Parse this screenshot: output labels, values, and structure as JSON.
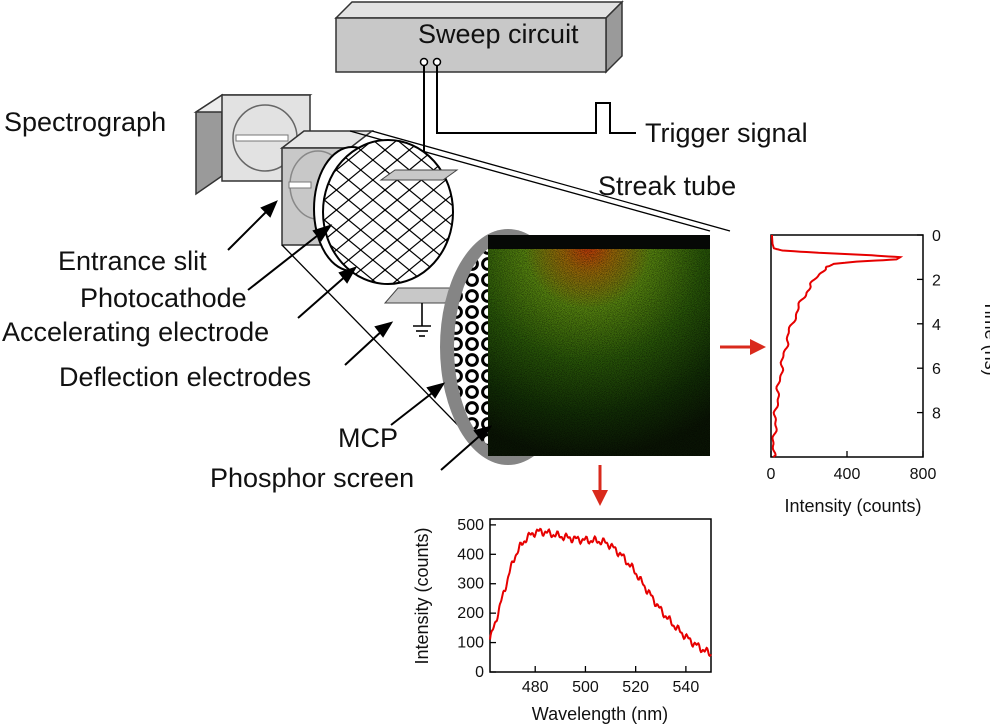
{
  "labels": {
    "sweep_circuit": "Sweep circuit",
    "trigger_signal": "Trigger signal",
    "spectrograph": "Spectrograph",
    "streak_tube": "Streak tube",
    "entrance_slit": "Entrance slit",
    "photocathode": "Photocathode",
    "accelerating_electrode": "Accelerating electrode",
    "deflection_electrodes": "Deflection electrodes",
    "mcp": "MCP",
    "phosphor_screen": "Phosphor screen"
  },
  "colors": {
    "device_gray": "#c8c8c8",
    "device_light": "#e2e2e2",
    "trace_red": "#e60000",
    "arrow_red": "#d92a1c",
    "screen_dark": "#0a0d05"
  },
  "chart_data": [
    {
      "type": "line",
      "xlabel": "Wavelength (nm)",
      "ylabel": "Intensity (counts)",
      "xlim": [
        462,
        550
      ],
      "ylim": [
        0,
        520
      ],
      "xticks": [
        480,
        500,
        520,
        540
      ],
      "yticks": [
        0,
        100,
        200,
        300,
        400,
        500
      ],
      "grid": false,
      "series": [
        {
          "x": [
            462,
            464,
            466,
            468,
            470,
            472,
            474,
            476,
            478,
            480,
            482,
            484,
            486,
            488,
            490,
            492,
            494,
            496,
            498,
            500,
            502,
            504,
            506,
            508,
            510,
            512,
            514,
            516,
            518,
            520,
            522,
            524,
            526,
            528,
            530,
            532,
            534,
            536,
            538,
            540,
            542,
            544,
            546,
            548,
            550
          ],
          "values": [
            110,
            165,
            225,
            285,
            345,
            395,
            425,
            450,
            465,
            475,
            478,
            475,
            470,
            466,
            462,
            458,
            455,
            452,
            450,
            448,
            447,
            446,
            444,
            440,
            430,
            415,
            400,
            380,
            360,
            338,
            310,
            285,
            260,
            235,
            210,
            190,
            170,
            152,
            135,
            120,
            105,
            92,
            80,
            70,
            60
          ]
        }
      ]
    },
    {
      "type": "line",
      "xlabel": "Intensity (counts)",
      "ylabel": "Time (ns)",
      "xlim": [
        0,
        800
      ],
      "ylim": [
        0,
        10
      ],
      "y_inverted": true,
      "xticks": [
        0,
        400,
        800
      ],
      "yticks": [
        0,
        2,
        4,
        6,
        8
      ],
      "grid": false,
      "series": [
        {
          "y": [
            0.0,
            0.4,
            0.6,
            0.7,
            0.8,
            0.9,
            1.0,
            1.1,
            1.2,
            1.3,
            1.5,
            1.8,
            2.2,
            2.6,
            3.0,
            3.5,
            4.0,
            4.5,
            5.0,
            5.5,
            6.0,
            6.5,
            7.0,
            7.5,
            8.0,
            8.5,
            9.0,
            9.5,
            10.0
          ],
          "values": [
            5,
            8,
            15,
            60,
            250,
            500,
            680,
            660,
            450,
            330,
            285,
            250,
            215,
            185,
            160,
            135,
            110,
            92,
            78,
            66,
            55,
            46,
            38,
            32,
            26,
            22,
            18,
            14,
            12
          ]
        }
      ]
    }
  ]
}
